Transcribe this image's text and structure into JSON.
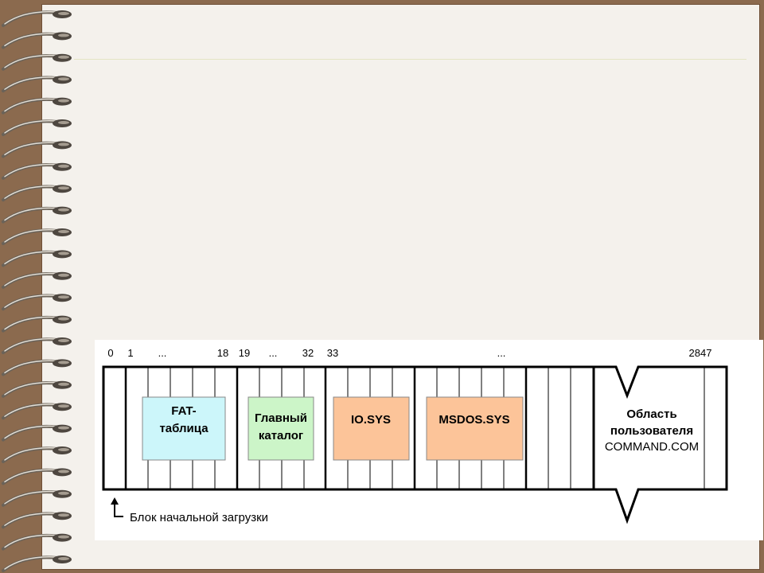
{
  "slide": {
    "accent_color": "#8b6a4e",
    "background_color": "#f4f1ec"
  },
  "diagram": {
    "sector_numbers": [
      "0",
      "1",
      "...",
      "18",
      "19",
      "...",
      "32",
      "33",
      "...",
      "2847"
    ],
    "fat_label_line1": "FAT-",
    "fat_label_line2": "таблица",
    "root_label_line1": "Главный",
    "root_label_line2": "каталог",
    "io_sys_label": "IO.SYS",
    "msdos_sys_label": "MSDOS.SYS",
    "user_area_line1": "Область",
    "user_area_line2": "пользователя",
    "user_area_line3": "COMMAND.COM",
    "boot_block_label": "Блок начальной загрузки",
    "colors": {
      "fat": "#ccf6fa",
      "root": "#ccf5c8",
      "io_sys": "#fcc499",
      "msdos_sys": "#fcc499"
    }
  }
}
